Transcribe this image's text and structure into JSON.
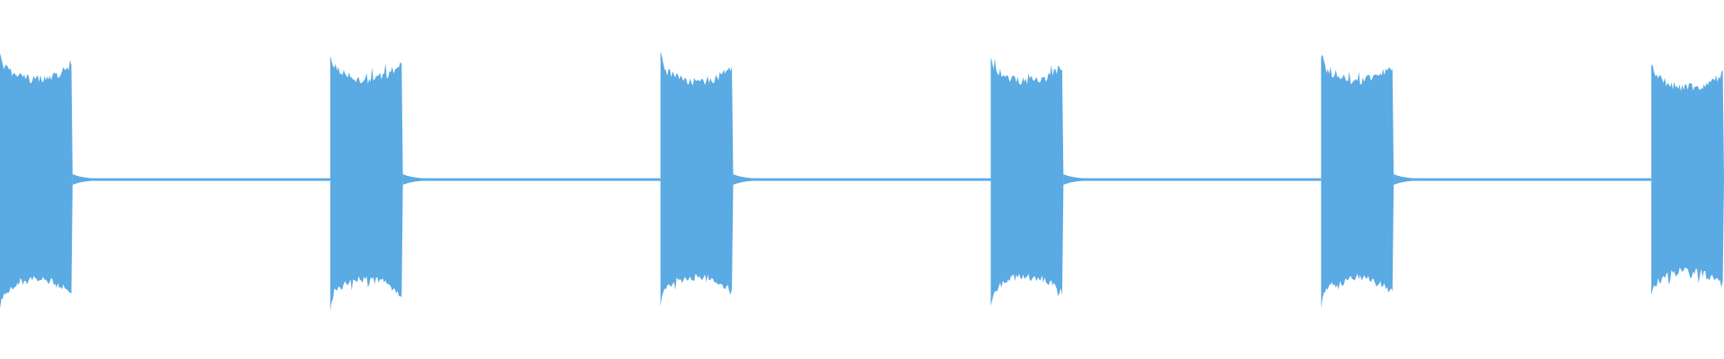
{
  "waveform": {
    "color": "#5aaae3",
    "bursts": [
      {
        "start_s": 0.0,
        "end_s": 0.22,
        "amplitude": 0.72
      },
      {
        "start_s": 1.0,
        "end_s": 1.22,
        "amplitude": 0.72
      },
      {
        "start_s": 2.0,
        "end_s": 2.22,
        "amplitude": 0.7
      },
      {
        "start_s": 3.0,
        "end_s": 3.22,
        "amplitude": 0.7
      },
      {
        "start_s": 4.0,
        "end_s": 4.22,
        "amplitude": 0.71
      },
      {
        "start_s": 5.0,
        "end_s": 5.22,
        "amplitude": 0.66
      }
    ],
    "silence_amplitude": 0.008,
    "duration_s": 5.22
  }
}
